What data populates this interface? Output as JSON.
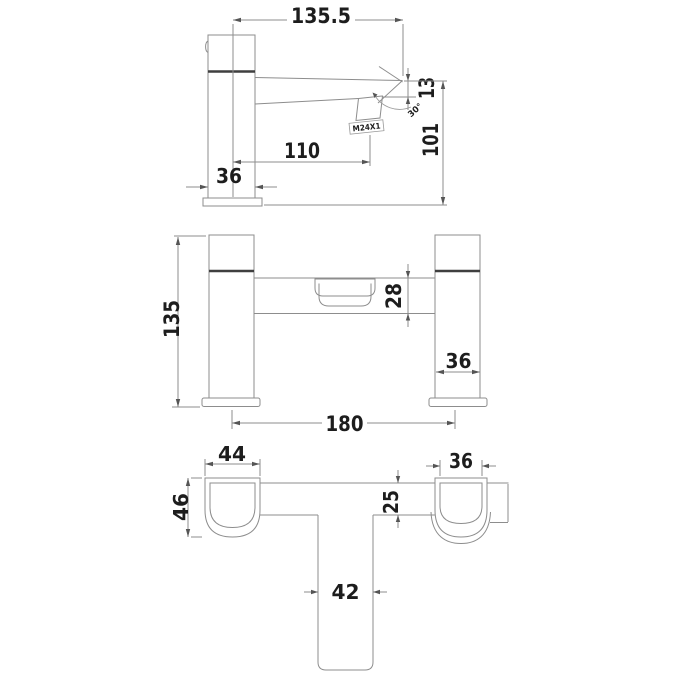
{
  "colors": {
    "line": "#8d8d8d",
    "dark_line": "#3f3f3f",
    "text": "#1d1d1d",
    "background": "#ffffff"
  },
  "side_view": {
    "spout_reach": "135.5",
    "aerator_offset": "110",
    "base_width": "36",
    "tip_height": "13",
    "spout_clearance": "101",
    "thread_label": "M24X1",
    "spout_angle": "30°"
  },
  "front_view": {
    "total_height": "135",
    "body_height": "28",
    "pillar_width": "36",
    "tap_centres": "180"
  },
  "plan_view": {
    "left_base_width": "44",
    "base_depth": "46",
    "right_base_width": "36",
    "body_depth": "25",
    "spout_width": "42"
  }
}
